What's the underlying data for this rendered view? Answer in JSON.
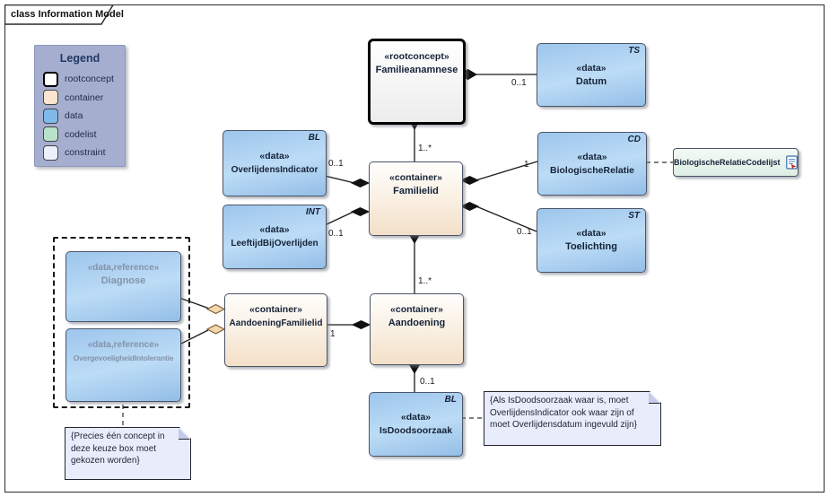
{
  "frame": {
    "label": "class Information Model"
  },
  "legend": {
    "title": "Legend",
    "items": [
      {
        "key": "rootconcept",
        "label": "rootconcept",
        "color": "#ffffff"
      },
      {
        "key": "container",
        "label": "container",
        "color": "#fbe4d0"
      },
      {
        "key": "data",
        "label": "data",
        "color": "#80baeb"
      },
      {
        "key": "codelist",
        "label": "codelist",
        "color": "#b7e1c8"
      },
      {
        "key": "constraint",
        "label": "constraint",
        "color": "#ecf0fc"
      }
    ]
  },
  "nodes": {
    "familieanamnese": {
      "stereotype": "«rootconcept»",
      "name": "Familieanamnese"
    },
    "datum": {
      "stereotype": "«data»",
      "name": "Datum",
      "tag": "TS"
    },
    "overlijdensindicator": {
      "stereotype": "«data»",
      "name": "OverlijdensIndicator",
      "tag": "BL"
    },
    "leeftijdbijoverlijden": {
      "stereotype": "«data»",
      "name": "LeeftijdBijOverlijden",
      "tag": "INT"
    },
    "familielid": {
      "stereotype": "«container»",
      "name": "Familielid"
    },
    "biologischerelatie": {
      "stereotype": "«data»",
      "name": "BiologischeRelatie",
      "tag": "CD"
    },
    "toelichting": {
      "stereotype": "«data»",
      "name": "Toelichting",
      "tag": "ST"
    },
    "biologischerelatiecodelijst": {
      "name": "BiologischeRelatieCodelijst"
    },
    "diagnose": {
      "stereotype": "«data,reference»",
      "name": "Diagnose"
    },
    "overgevoeligheidintolerantie": {
      "stereotype": "«data,reference»",
      "name": "OvergevoeligheidIntolerantie"
    },
    "aandoeningfamilielid": {
      "stereotype": "«container»",
      "name": "AandoeningFamilielid"
    },
    "aandoening": {
      "stereotype": "«container»",
      "name": "Aandoening"
    },
    "isdoodsoorzaak": {
      "stereotype": "«data»",
      "name": "IsDoodsoorzaak",
      "tag": "BL"
    }
  },
  "multiplicities": {
    "familieanamnese_datum": "0..1",
    "familieanamnese_familielid": "1..*",
    "familielid_overlijdensindicator": "0..1",
    "familielid_leeftijdbijoverlijden": "0..1",
    "familielid_biologischerelatie": "1",
    "familielid_toelichting": "0..1",
    "familielid_aandoening": "1..*",
    "aandoeningfamilielid_aandoening": "1",
    "aandoening_isdoodsoorzaak": "0..1"
  },
  "notes": {
    "isdoodsoorzaak_constraint": "{Als IsDoodsoorzaak waar is, moet OverlijdensIndicator ook waar zijn of moet Overlijdensdatum ingevuld zijn}",
    "keuzebox_constraint": "{Precies één concept in deze keuze box moet gekozen worden}"
  },
  "colors": {
    "data_fill": "#a5cbee",
    "container_fill": "#f7e9d9",
    "codelist_fill": "#e6f3ea",
    "constraint_fill": "#e9ecfb",
    "legend_bg": "#a6aed0",
    "composition_diamond": "#111111",
    "aggregation_diamond": "#f3d7ae"
  }
}
